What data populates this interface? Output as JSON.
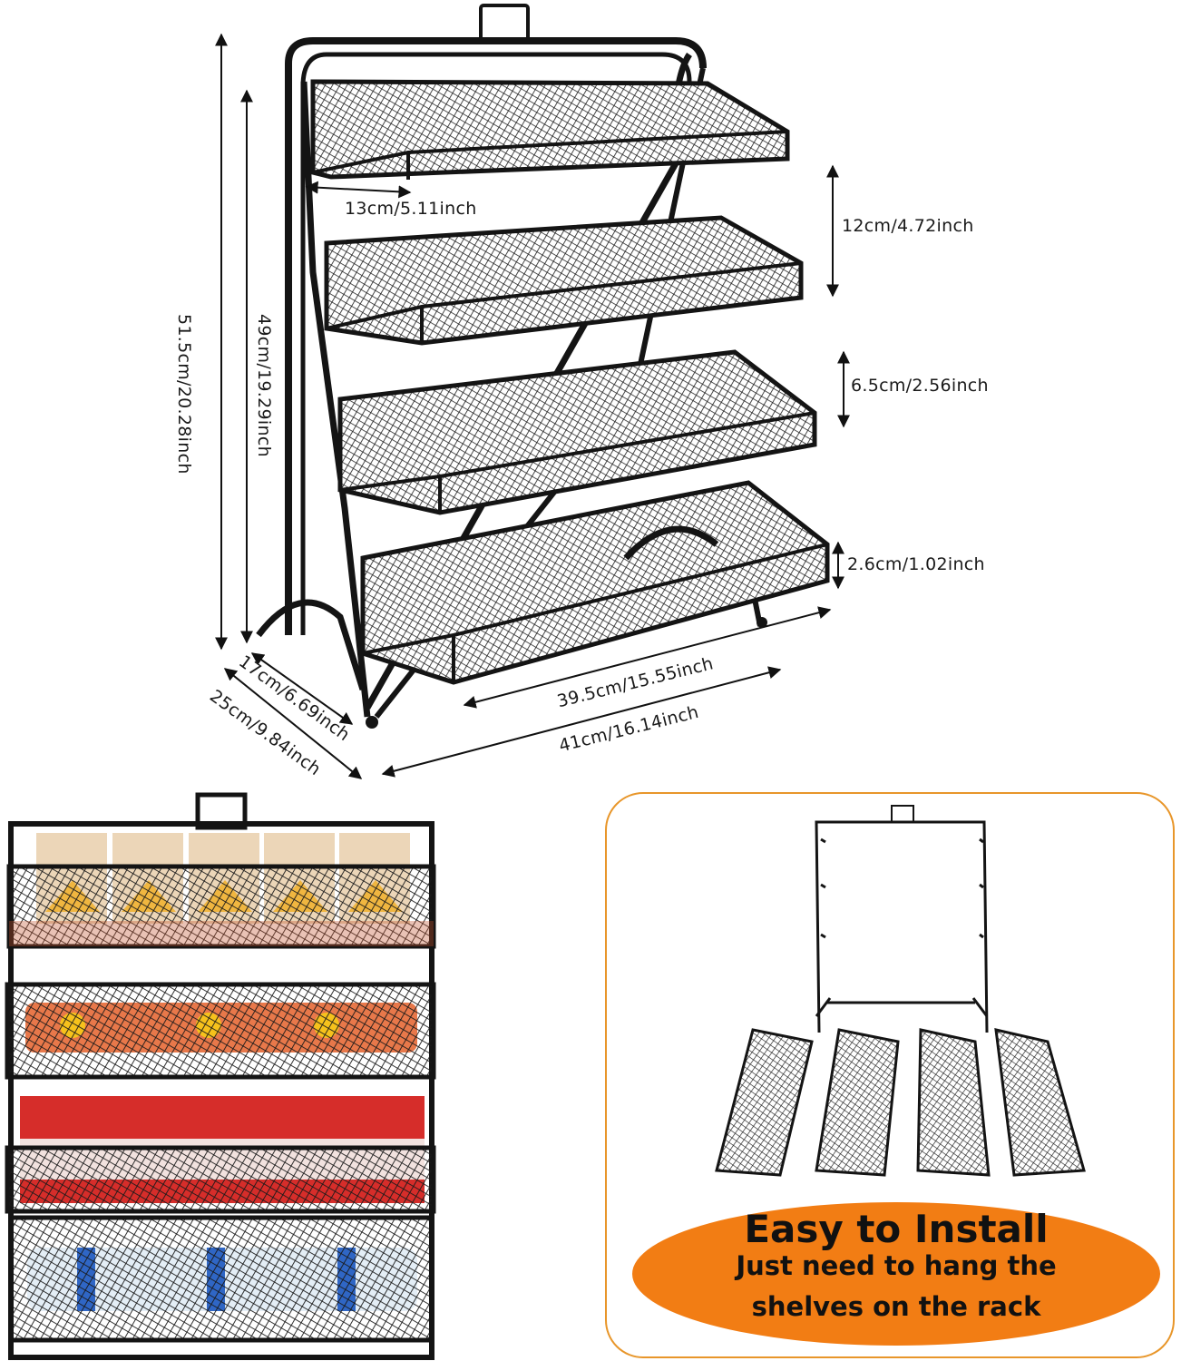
{
  "dimensions": {
    "shelf_depth_top": "13cm/5.11inch",
    "shelf_gap": "12cm/4.72inch",
    "shelf_front_height": "6.5cm/2.56inch",
    "foot_height": "2.6cm/1.02inch",
    "total_height": "51.5cm/20.28inch",
    "rack_height": "49cm/19.29inch",
    "base_depth": "17cm/6.69inch",
    "total_depth": "25cm/9.84inch",
    "shelf_width": "39.5cm/15.55inch",
    "total_width": "41cm/16.14inch"
  },
  "install": {
    "title": "Easy to Install",
    "line1": "Just need to hang the",
    "line2": "shelves on the rack"
  },
  "colors": {
    "frame": "#141414",
    "accent_orange": "#f27d14",
    "card_border": "#e8962a"
  },
  "icons": [
    "rack-diagram",
    "loaded-rack-photo",
    "rack-frame-icon",
    "shelf-basket-icon"
  ]
}
